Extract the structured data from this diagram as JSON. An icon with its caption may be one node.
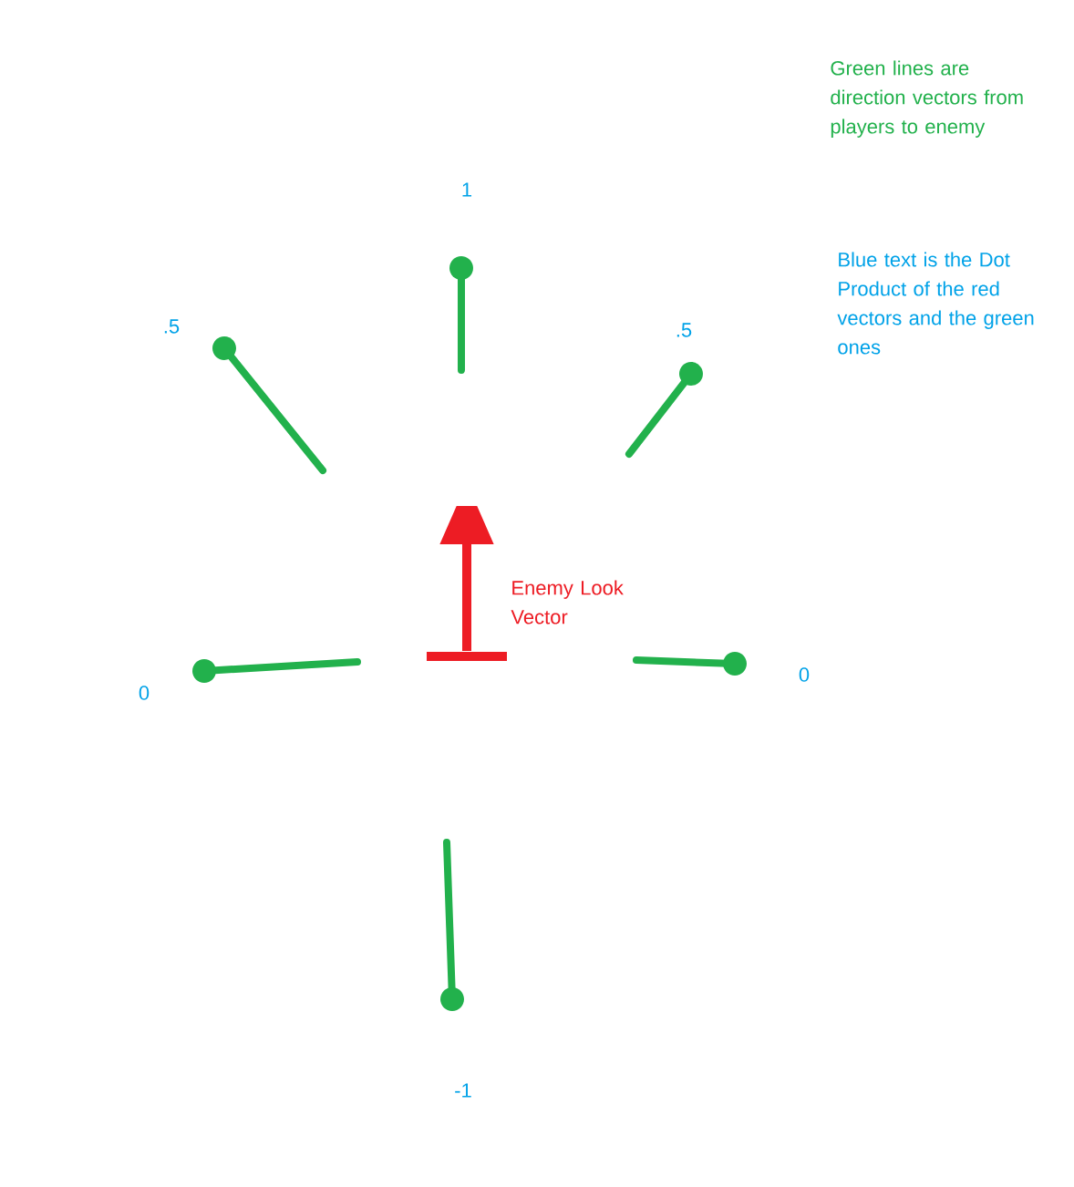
{
  "diagram": {
    "labels": [
      "Green lines are direction vectors from players to enemy",
      "1",
      ".5",
      ".5",
      "Blue text is the Dot Product of the red vectors and the green ones",
      "Enemy Look Vector",
      "0",
      "0",
      "-1"
    ]
  }
}
